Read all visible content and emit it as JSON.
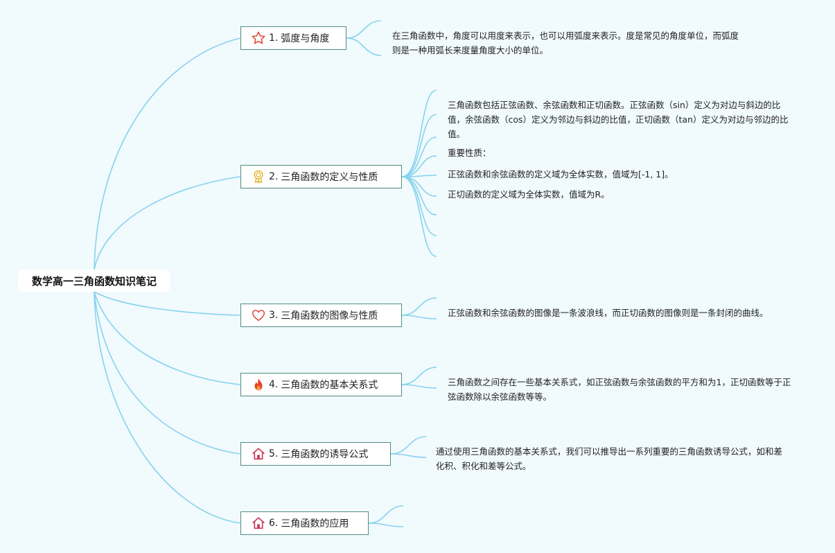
{
  "root": {
    "title": "数学高一三角函数知识笔记"
  },
  "topics": [
    {
      "num": "1.",
      "title": "弧度与角度",
      "icon": "star-icon",
      "notes": [
        "在三角函数中，角度可以用度来表示，也可以用弧度来表示。度是常见的角度单位，而弧度则是一种用弧长来度量角度大小的单位。"
      ]
    },
    {
      "num": "2.",
      "title": "三角函数的定义与性质",
      "icon": "award-ribbon-icon",
      "notes": [
        "三角函数包括正弦函数、余弦函数和正切函数。正弦函数（sin）定义为对边与斜边的比值，余弦函数（cos）定义为邻边与斜边的比值，正切函数（tan）定义为对边与邻边的比值。",
        "重要性质：",
        "正弦函数和余弦函数的定义域为全体实数，值域为[-1, 1]。",
        "正切函数的定义域为全体实数，值域为R。"
      ]
    },
    {
      "num": "3.",
      "title": "三角函数的图像与性质",
      "icon": "heart-icon",
      "notes": [
        "正弦函数和余弦函数的图像是一条波浪线，而正切函数的图像则是一条封闭的曲线。"
      ]
    },
    {
      "num": "4.",
      "title": "三角函数的基本关系式",
      "icon": "fire-icon",
      "notes": [
        "三角函数之间存在一些基本关系式，如正弦函数与余弦函数的平方和为1，正切函数等于正弦函数除以余弦函数等等。"
      ]
    },
    {
      "num": "5.",
      "title": "三角函数的诱导公式",
      "icon": "house-icon",
      "notes": [
        "通过使用三角函数的基本关系式，我们可以推导出一系列重要的三角函数诱导公式，如和差化积、积化和差等公式。"
      ]
    },
    {
      "num": "6.",
      "title": "三角函数的应用",
      "icon": "house-icon",
      "notes": []
    }
  ],
  "colors": {
    "link": "#86d3ee",
    "topic_border": "#4f8c80",
    "background": "#f1fafd"
  }
}
